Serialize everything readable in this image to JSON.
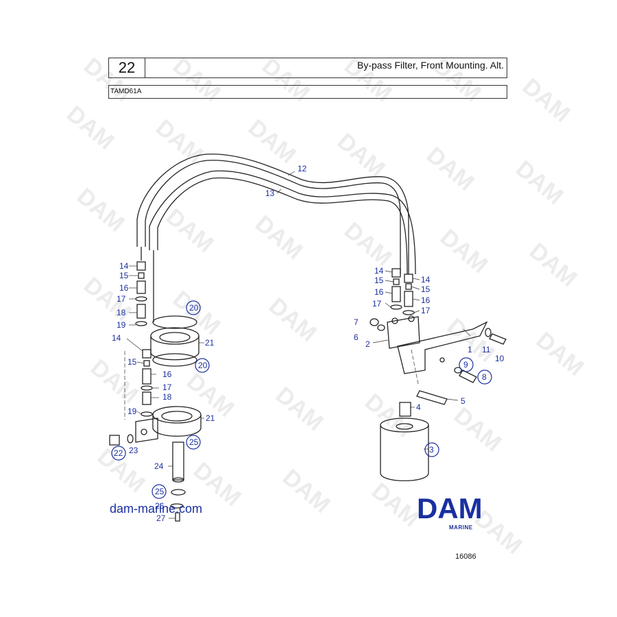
{
  "page": {
    "number": "22",
    "title": "By-pass Filter, Front Mounting. Alt.",
    "model": "TAMD61A"
  },
  "website": "dam-marine.com",
  "logo": {
    "text": "DAM",
    "subtext": "MARINE",
    "color": "#1a2fa0"
  },
  "figure_number": "16086",
  "watermark": "DAM",
  "colors": {
    "label": "#1a2fa0",
    "line": "#222222",
    "watermark": "#ececec"
  },
  "callouts": {
    "c1": "1",
    "c2": "2",
    "c3": "3",
    "c4": "4",
    "c5": "5",
    "c6": "6",
    "c7": "7",
    "c8": "8",
    "c9": "9",
    "c10": "10",
    "c11": "11",
    "c12": "12",
    "c13": "13",
    "c14": "14",
    "c15": "15",
    "c16": "16",
    "c17": "17",
    "c18": "18",
    "c19": "19",
    "c20": "20",
    "c21": "21",
    "c22": "22",
    "c23": "23",
    "c24": "24",
    "c25": "25",
    "c26": "26",
    "c27": "27"
  }
}
